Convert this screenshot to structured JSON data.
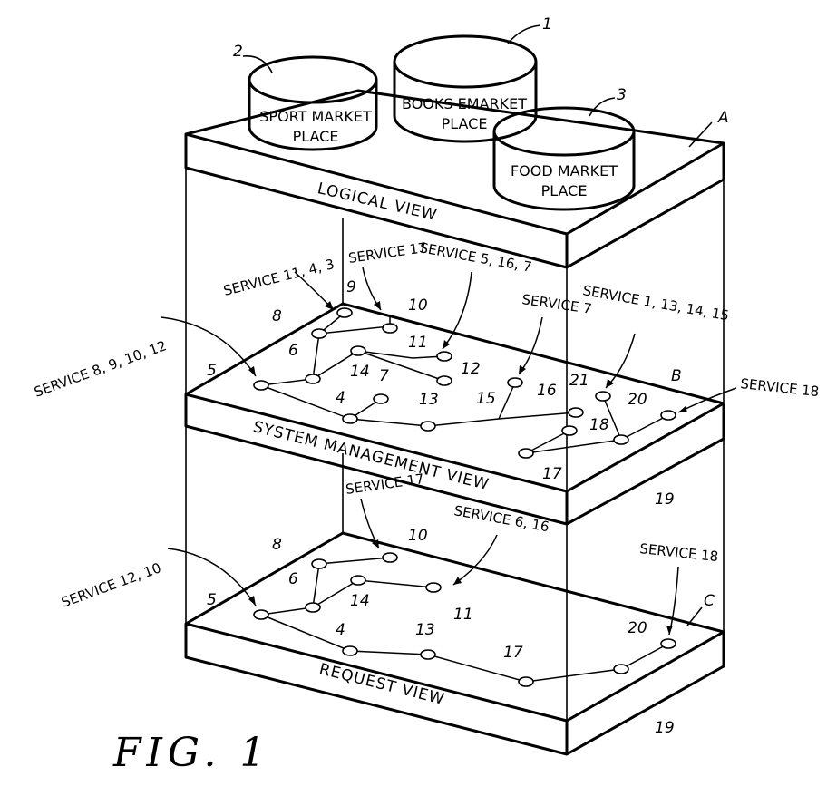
{
  "figure_label": "FIG. 1",
  "markets": [
    {
      "number": "1",
      "line1": "BOOKS EMARKET",
      "line2": "PLACE"
    },
    {
      "number": "2",
      "line1": "SPORT MARKET",
      "line2": "PLACE"
    },
    {
      "number": "3",
      "line1": "FOOD MARKET",
      "line2": "PLACE"
    }
  ],
  "layers": {
    "logical": {
      "letter": "A",
      "label": "LOGICAL VIEW"
    },
    "system": {
      "letter": "B",
      "label": "SYSTEM MANAGEMENT VIEW"
    },
    "request": {
      "letter": "C",
      "label": "REQUEST VIEW"
    }
  },
  "system_services": {
    "s11_4_3": "SERVICE 11, 4, 3",
    "s17": "SERVICE 17",
    "s5_16_7": "SERVICE 5, 16, 7",
    "s7": "SERVICE 7",
    "s1_13_14_15": "SERVICE 1, 13, 14, 15",
    "s8_9_10_12": "SERVICE 8, 9, 10, 12",
    "s18": "SERVICE 18"
  },
  "request_services": {
    "s17": "SERVICE 17",
    "s6_16": "SERVICE 6, 16",
    "s12_10": "SERVICE 12, 10",
    "s18": "SERVICE 18"
  },
  "system_nodes": [
    "9",
    "8",
    "10",
    "6",
    "11",
    "5",
    "14",
    "12",
    "7",
    "4",
    "13",
    "15",
    "16",
    "21",
    "20",
    "18",
    "17",
    "19"
  ],
  "request_nodes": [
    "8",
    "10",
    "6",
    "14",
    "5",
    "11",
    "4",
    "13",
    "17",
    "20",
    "19"
  ]
}
